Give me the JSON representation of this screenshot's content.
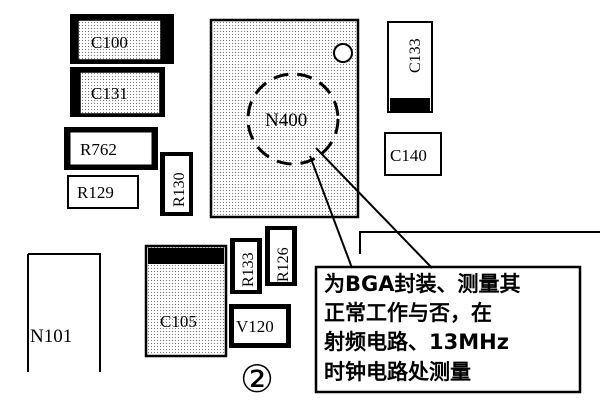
{
  "components": {
    "c100": "C100",
    "c131": "C131",
    "c133": "C133",
    "n400": "N400",
    "r762": "R762",
    "c140": "C140",
    "r129": "R129",
    "r130": "R130",
    "r133": "R133",
    "r126": "R126",
    "c105": "C105",
    "v120": "V120",
    "n101": "N101"
  },
  "callout": {
    "line1": "为BGA封装、测量其",
    "line2": "正常工作与否，在",
    "line3": "射频电路、13MHz",
    "line4": "时钟电路处测量"
  },
  "figure_number": "②"
}
